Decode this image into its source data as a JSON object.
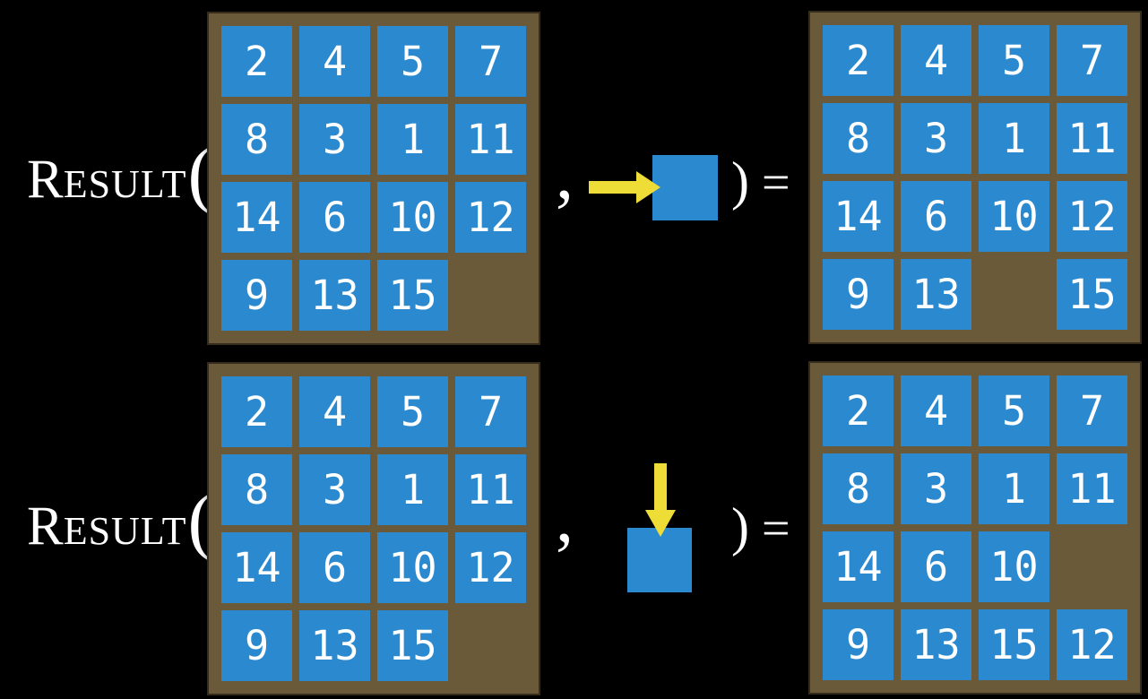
{
  "figure": {
    "colors": {
      "background": "#000000",
      "frame": "#6b5a39",
      "tile": "#2b89cf",
      "number": "#ffffff",
      "label": "#ffffff",
      "arrow": "#eedc37"
    },
    "equations": [
      {
        "label": {
          "initial": "R",
          "small_caps": "ESULT",
          "open_paren": "("
        },
        "comma": ",",
        "move": {
          "icon": "arrow-right-icon",
          "direction": "right"
        },
        "close_paren": ")",
        "equals": "=",
        "input_grid": {
          "rows": [
            [
              "2",
              "4",
              "5",
              "7"
            ],
            [
              "8",
              "3",
              "1",
              "11"
            ],
            [
              "14",
              "6",
              "10",
              "12"
            ],
            [
              "9",
              "13",
              "15",
              ""
            ]
          ]
        },
        "result_grid": {
          "rows": [
            [
              "2",
              "4",
              "5",
              "7"
            ],
            [
              "8",
              "3",
              "1",
              "11"
            ],
            [
              "14",
              "6",
              "10",
              "12"
            ],
            [
              "9",
              "13",
              "",
              "15"
            ]
          ]
        }
      },
      {
        "label": {
          "initial": "R",
          "small_caps": "ESULT",
          "open_paren": "("
        },
        "comma": ",",
        "move": {
          "icon": "arrow-down-icon",
          "direction": "down"
        },
        "close_paren": ")",
        "equals": "=",
        "input_grid": {
          "rows": [
            [
              "2",
              "4",
              "5",
              "7"
            ],
            [
              "8",
              "3",
              "1",
              "11"
            ],
            [
              "14",
              "6",
              "10",
              "12"
            ],
            [
              "9",
              "13",
              "15",
              ""
            ]
          ]
        },
        "result_grid": {
          "rows": [
            [
              "2",
              "4",
              "5",
              "7"
            ],
            [
              "8",
              "3",
              "1",
              "11"
            ],
            [
              "14",
              "6",
              "10",
              ""
            ],
            [
              "9",
              "13",
              "15",
              "12"
            ]
          ]
        }
      }
    ]
  }
}
